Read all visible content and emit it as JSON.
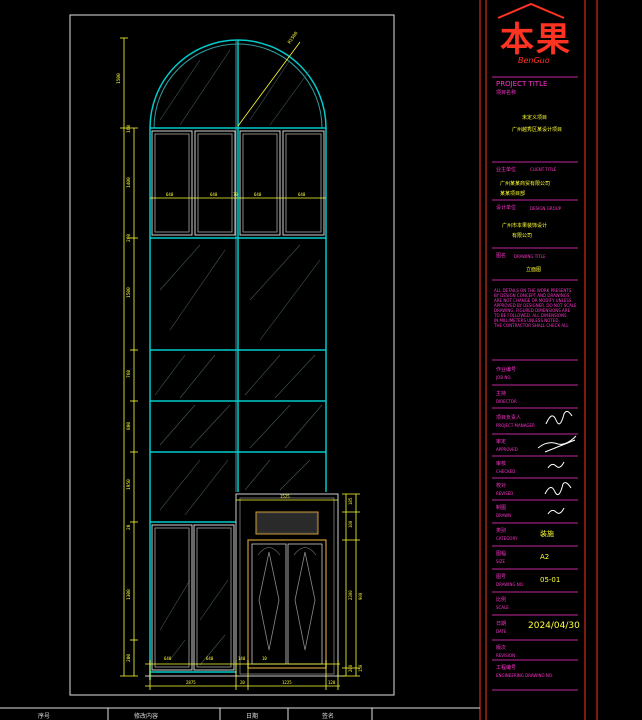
{
  "brand": {
    "logo_chars": "本果",
    "logo_sub": "BenGuo"
  },
  "title_block": {
    "project_title": {
      "en": "PROJECT TITLE",
      "cn": "项目名称",
      "line1": "未定义项目",
      "line2": "广州越秀区某设计项目"
    },
    "client": {
      "cn": "业主单位",
      "en": "CLIENT TITLE",
      "value1": "广州某某商贸有限公司",
      "value2": "某某项目部"
    },
    "design": {
      "cn": "设计单位",
      "en": "DESIGN GROUP",
      "value1": "广州市本果装饰设计",
      "value2": "有限公司"
    },
    "drawing": {
      "cn": "图名",
      "en": "DRAWING TITLE",
      "value": "立面图"
    },
    "notes": [
      "ALL DETAILS ON THE WORK PRESENTS",
      "BY DESIGN CONCEPT AND DRAWINGS",
      "ARE NOT CHANGE OR MODIFY UNLESS",
      "APPROVED BY DESIGNER. DO NOT SCALE",
      "DRAWING. FIGURED DIMENSIONS ARE",
      "TO BE FOLLOWED. ALL DIMENSIONS",
      "IN MILLIMETERS UNLESS NOTED.",
      "THE CONTRACTOR SHALL CHECK ALL"
    ],
    "rows": [
      {
        "cn": "作业编号",
        "en": "JOB NO.",
        "value": ""
      },
      {
        "cn": "主持",
        "en": "DIRECTOR",
        "value": ""
      },
      {
        "cn": "项目负责人",
        "en": "PROJECT MANAGER",
        "value": ""
      },
      {
        "cn": "审定",
        "en": "APPROVED",
        "value": ""
      },
      {
        "cn": "审核",
        "en": "CHECKED",
        "value": ""
      },
      {
        "cn": "校对",
        "en": "REVISED",
        "value": ""
      },
      {
        "cn": "制图",
        "en": "DRAWN",
        "value": ""
      },
      {
        "cn": "类别",
        "en": "CATEGORY",
        "value": "装施"
      },
      {
        "cn": "图幅",
        "en": "SIZE",
        "value": "A2"
      },
      {
        "cn": "图号",
        "en": "DRAWING NO.",
        "value": "05-01"
      },
      {
        "cn": "比例",
        "en": "SCALE",
        "value": ""
      },
      {
        "cn": "日期",
        "en": "DATE",
        "value": "2024/04/30"
      },
      {
        "cn": "版次",
        "en": "REVISION",
        "value": ""
      },
      {
        "cn": "工程编号",
        "en": "ENGINEERING DRAWING NO.",
        "value": ""
      }
    ]
  },
  "bottom_strip": [
    "序号",
    "修改内容",
    "日期",
    "签名"
  ],
  "dims": {
    "left": [
      "1500",
      "160",
      "1400",
      "200",
      "1500",
      "760",
      "800",
      "1950",
      "20",
      "1300",
      "200"
    ],
    "mid": [
      "640",
      "640",
      "70",
      "640",
      "640"
    ],
    "bottom": [
      "640",
      "640",
      "140",
      "10",
      "2875",
      "20",
      "1225",
      "120"
    ],
    "right": [
      "185",
      "100",
      "2300",
      "900",
      "200",
      "150"
    ],
    "top_right": [
      "R1500"
    ],
    "door_top": [
      "1525"
    ]
  }
}
